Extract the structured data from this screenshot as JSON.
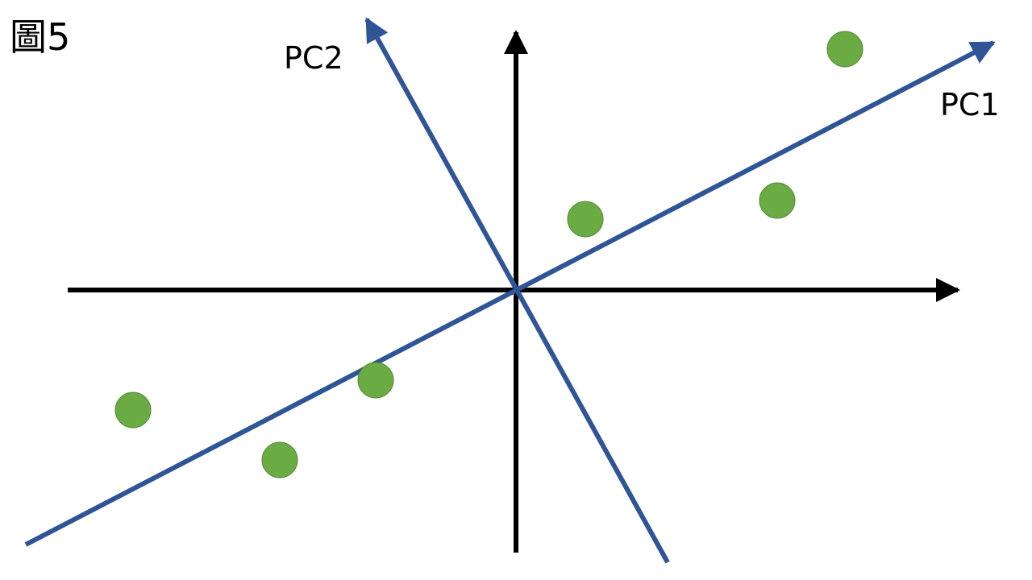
{
  "figure_label": "圖5",
  "labels": {
    "pc1": "PC1",
    "pc2": "PC2"
  },
  "colors": {
    "axis": "#000000",
    "pc_axis": "#2F5597",
    "point_fill": "#6AAB43",
    "point_stroke": "#548B36",
    "background": "#FFFFFF"
  },
  "points_count": 6
}
